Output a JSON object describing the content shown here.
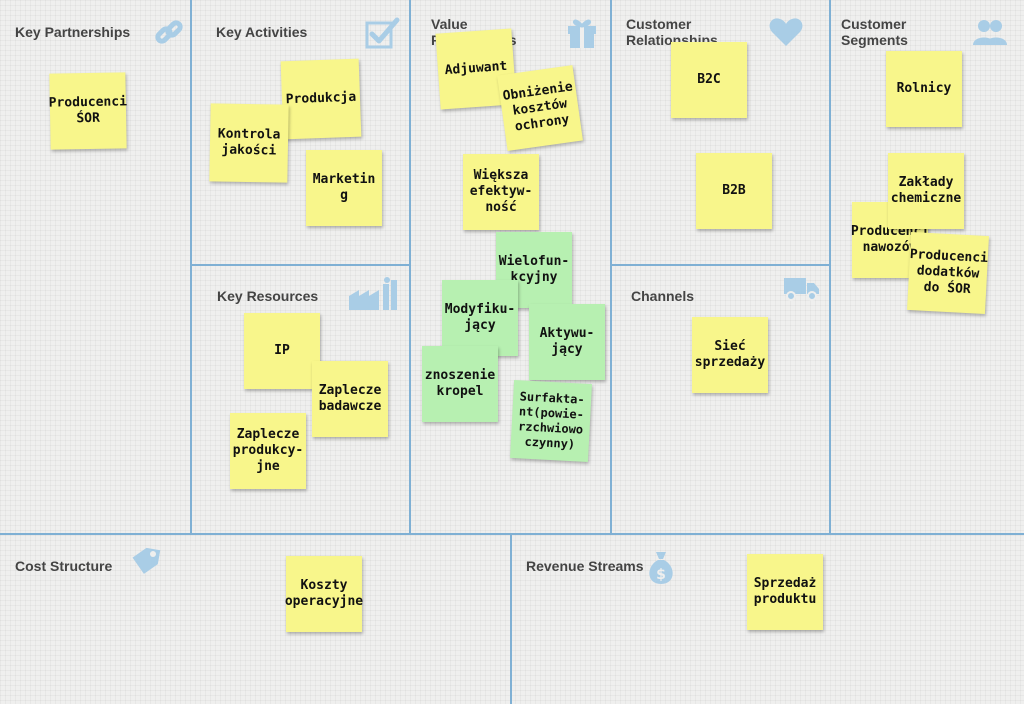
{
  "colors": {
    "grid_line": "#7fb0d4",
    "icon": "#a9cde6",
    "sticky_yellow": "#f8f68b",
    "sticky_green": "#b7f0b1"
  },
  "blocks": {
    "key_partnerships": {
      "title": "Key Partnerships",
      "icon": "link-icon"
    },
    "key_activities": {
      "title": "Key Activities",
      "icon": "checkbox-icon"
    },
    "value_propositions": {
      "title": "Value\nPropositions",
      "icon": "gift-icon"
    },
    "customer_relationships": {
      "title": "Customer\nRelationships",
      "icon": "heart-icon"
    },
    "customer_segments": {
      "title": "Customer\nSegments",
      "icon": "people-icon"
    },
    "key_resources": {
      "title": "Key Resources",
      "icon": "factory-icon"
    },
    "channels": {
      "title": "Channels",
      "icon": "truck-icon"
    },
    "cost_structure": {
      "title": "Cost Structure",
      "icon": "tag-icon"
    },
    "revenue_streams": {
      "title": "Revenue Streams",
      "icon": "money-bag-icon"
    }
  },
  "notes": {
    "kp_1": {
      "text": "Producenci\nŚOR",
      "color": "yellow"
    },
    "ka_1": {
      "text": "Produkcja",
      "color": "yellow"
    },
    "ka_2": {
      "text": "Kontrola\njakości",
      "color": "yellow"
    },
    "ka_3": {
      "text": "Marketin\ng",
      "color": "yellow"
    },
    "kr_1": {
      "text": "IP",
      "color": "yellow"
    },
    "kr_2": {
      "text": "Zaplecze\nbadawcze",
      "color": "yellow"
    },
    "kr_3": {
      "text": "Zaplecze\nprodukcy-\njne",
      "color": "yellow"
    },
    "vp_1": {
      "text": "Adjuwant",
      "color": "yellow"
    },
    "vp_2": {
      "text": "Obniżenie\nkosztów\nochrony",
      "color": "yellow"
    },
    "vp_3": {
      "text": "Większa\nefektyw-\nność",
      "color": "yellow"
    },
    "vp_4": {
      "text": "Wielofun-\nkcyjny",
      "color": "green"
    },
    "vp_5": {
      "text": "Modyfiku-\njący",
      "color": "green"
    },
    "vp_6": {
      "text": "Aktywu-\njący",
      "color": "green"
    },
    "vp_7": {
      "text": "znoszenie\nkropel",
      "color": "green"
    },
    "vp_8": {
      "text": "Surfakta-\nnt(powie-\nrzchwiowo\nczynny)",
      "color": "green"
    },
    "cr_1": {
      "text": "B2C",
      "color": "yellow"
    },
    "cr_2": {
      "text": "B2B",
      "color": "yellow"
    },
    "ch_1": {
      "text": "Sieć\nsprzedaży",
      "color": "yellow"
    },
    "cs_1": {
      "text": "Rolnicy",
      "color": "yellow"
    },
    "cs_2": {
      "text": "Producenci\nnawozów",
      "color": "yellow"
    },
    "cs_3": {
      "text": "Zakłady\nchemiczne",
      "color": "yellow"
    },
    "cs_4": {
      "text": "Producenci\ndodatków\ndo ŚOR",
      "color": "yellow"
    },
    "cost_1": {
      "text": "Koszty\noperacyjne",
      "color": "yellow"
    },
    "rev_1": {
      "text": "Sprzedaż\nproduktu",
      "color": "yellow"
    }
  }
}
